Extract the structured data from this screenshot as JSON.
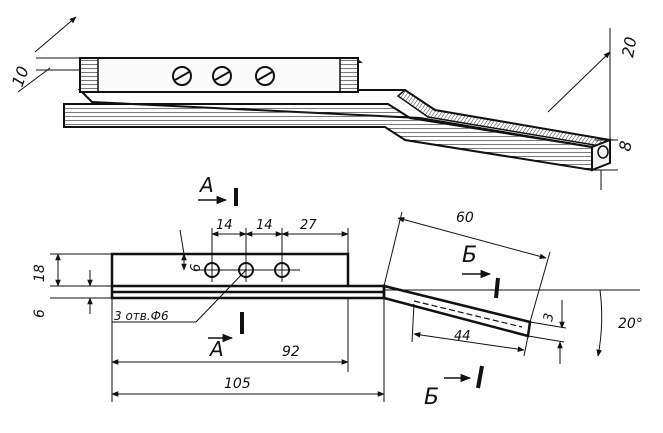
{
  "isometric_view": {
    "dimensions": {
      "thickness_top": "10",
      "width_end": "20",
      "thickness_end": "8"
    }
  },
  "plan_view": {
    "section_a": {
      "top": "A",
      "bottom": "A"
    },
    "section_b": {
      "top": "Б",
      "bottom": "Б"
    },
    "dimensions": {
      "hole_spacing_1": "14",
      "hole_spacing_2": "14",
      "hole_to_end": "27",
      "block_height": "18",
      "hole_offset": "6",
      "strip_offset": "6",
      "total_length": "105",
      "block_length": "92",
      "bent_length": "60",
      "slot_length": "44",
      "end_width": "3",
      "bend_angle": "20°"
    },
    "hole_note": "3 отв.Ф6"
  }
}
